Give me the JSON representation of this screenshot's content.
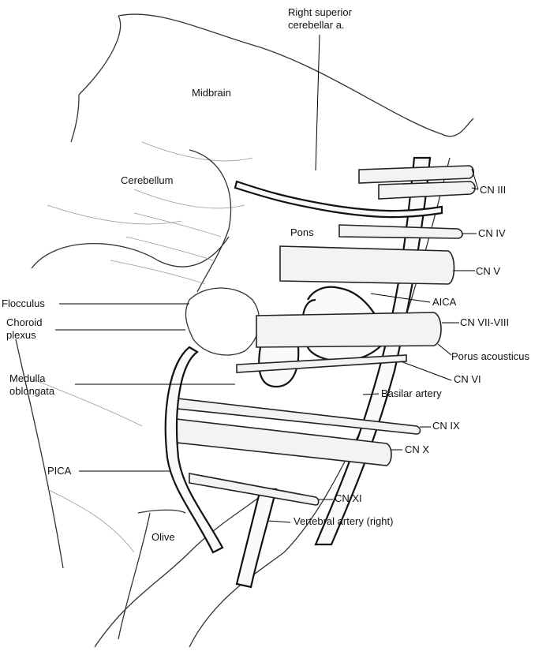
{
  "labels": {
    "right_superior_cerebellar": [
      "Right superior",
      "cerebellar a."
    ],
    "midbrain": "Midbrain",
    "cerebellum": "Cerebellum",
    "cn3": "CN III",
    "pons": "Pons",
    "cn4": "CN IV",
    "cn5": "CN V",
    "flocculus": "Flocculus",
    "aica": "AICA",
    "choroid_plexus": [
      "Choroid",
      "plexus"
    ],
    "cn78": "CN VII-VIII",
    "porus": "Porus acousticus",
    "medulla": [
      "Medulla",
      "oblongata"
    ],
    "cn6": "CN VI",
    "basilar": "Basilar artery",
    "cn9": "CN IX",
    "cn10": "CN X",
    "pica": "PICA",
    "cn11": "CN XI",
    "olive": "Olive",
    "vertebral": "Vertebral artery (right)"
  }
}
